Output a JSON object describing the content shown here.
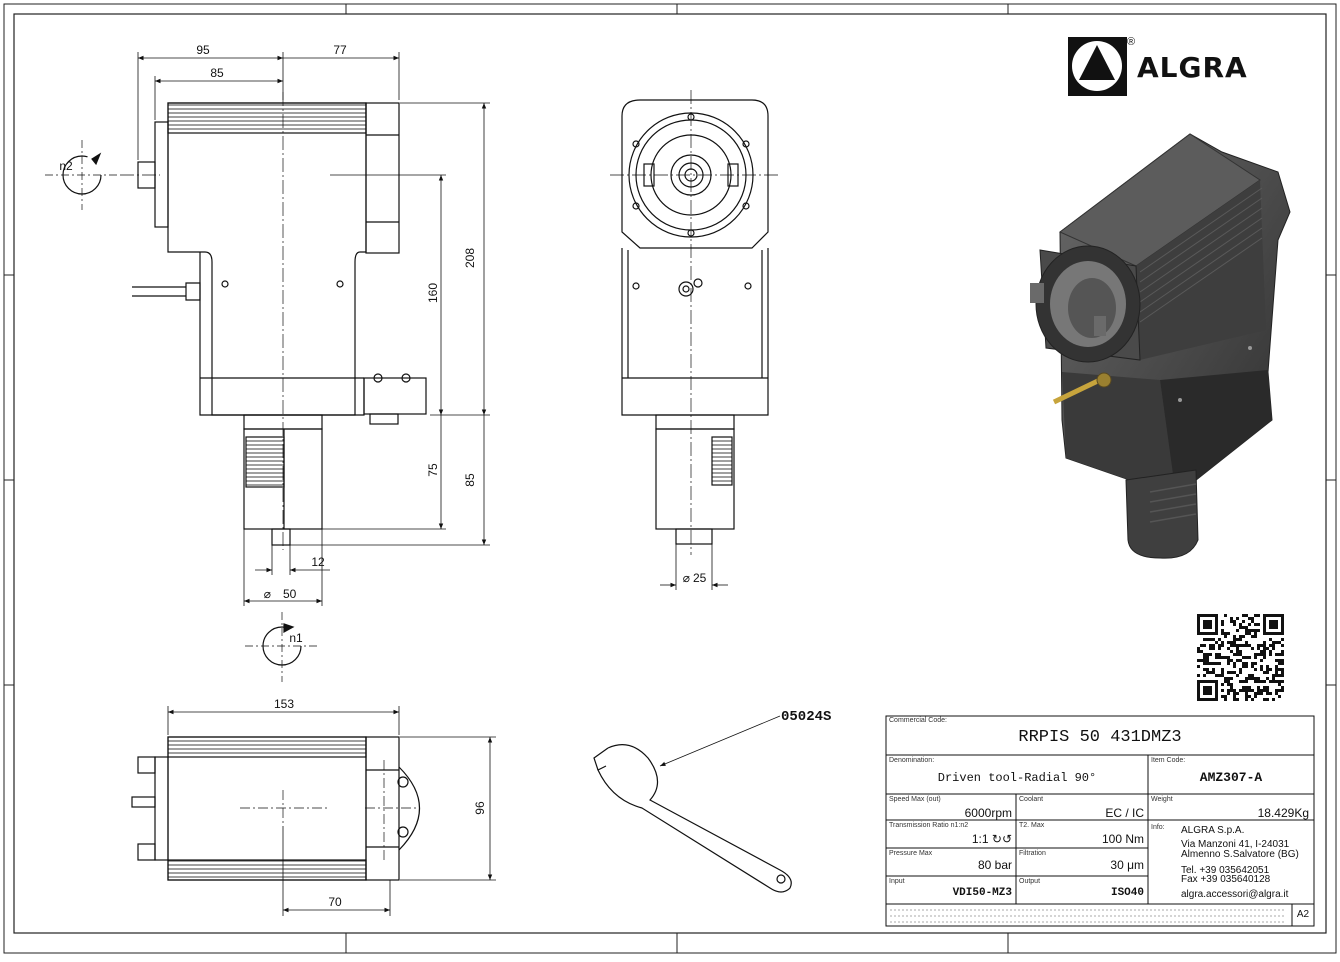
{
  "brand": {
    "name": "ALGRA",
    "registered": "®"
  },
  "dimensions": {
    "top_width_left": "95",
    "top_width_right": "77",
    "top_inner": "85",
    "height_total": "208",
    "height_inner": "160",
    "shank_75": "75",
    "shank_85": "85",
    "offset_12": "12",
    "dia_50": "50",
    "dia_25": "25",
    "bottom_width": "153",
    "bottom_height": "96",
    "bottom_offset": "70",
    "dia_symbol": "⌀"
  },
  "rotation_labels": {
    "n1": "n1",
    "n2": "n2"
  },
  "wrench_code": "05024S",
  "title_block": {
    "commercial_code_label": "Commercial Code:",
    "commercial_code": "RRPIS 50 431DMZ3",
    "denomination_label": "Denomination:",
    "denomination": "Driven tool-Radial 90°",
    "item_code_label": "Item Code:",
    "item_code": "AMZ307-A",
    "speed_label": "Speed Max (out)",
    "speed": "6000rpm",
    "coolant_label": "Coolant",
    "coolant": "EC / IC",
    "weight_label": "Weight",
    "weight": "18.429Kg",
    "ratio_label": "Transmission Ratio n1:n2",
    "ratio": "1:1 ↻↺",
    "torque_label": "T2. Max",
    "torque": "100 Nm",
    "info_label": "Info:",
    "company": "ALGRA S.p.A.",
    "address1": "Via Manzoni 41, I-24031",
    "address2": "Almenno S.Salvatore (BG)",
    "tel": "Tel. +39 035642051",
    "fax": "Fax +39 035640128",
    "email": "algra.accessori@algra.it",
    "pressure_label": "Pressure Max",
    "pressure": "80 bar",
    "filtration_label": "Filtration",
    "filtration": "30 μm",
    "input_label": "Input",
    "input": "VDI50-MZ3",
    "output_label": "Output",
    "output": "ISO40",
    "sheet_size": "A2"
  }
}
